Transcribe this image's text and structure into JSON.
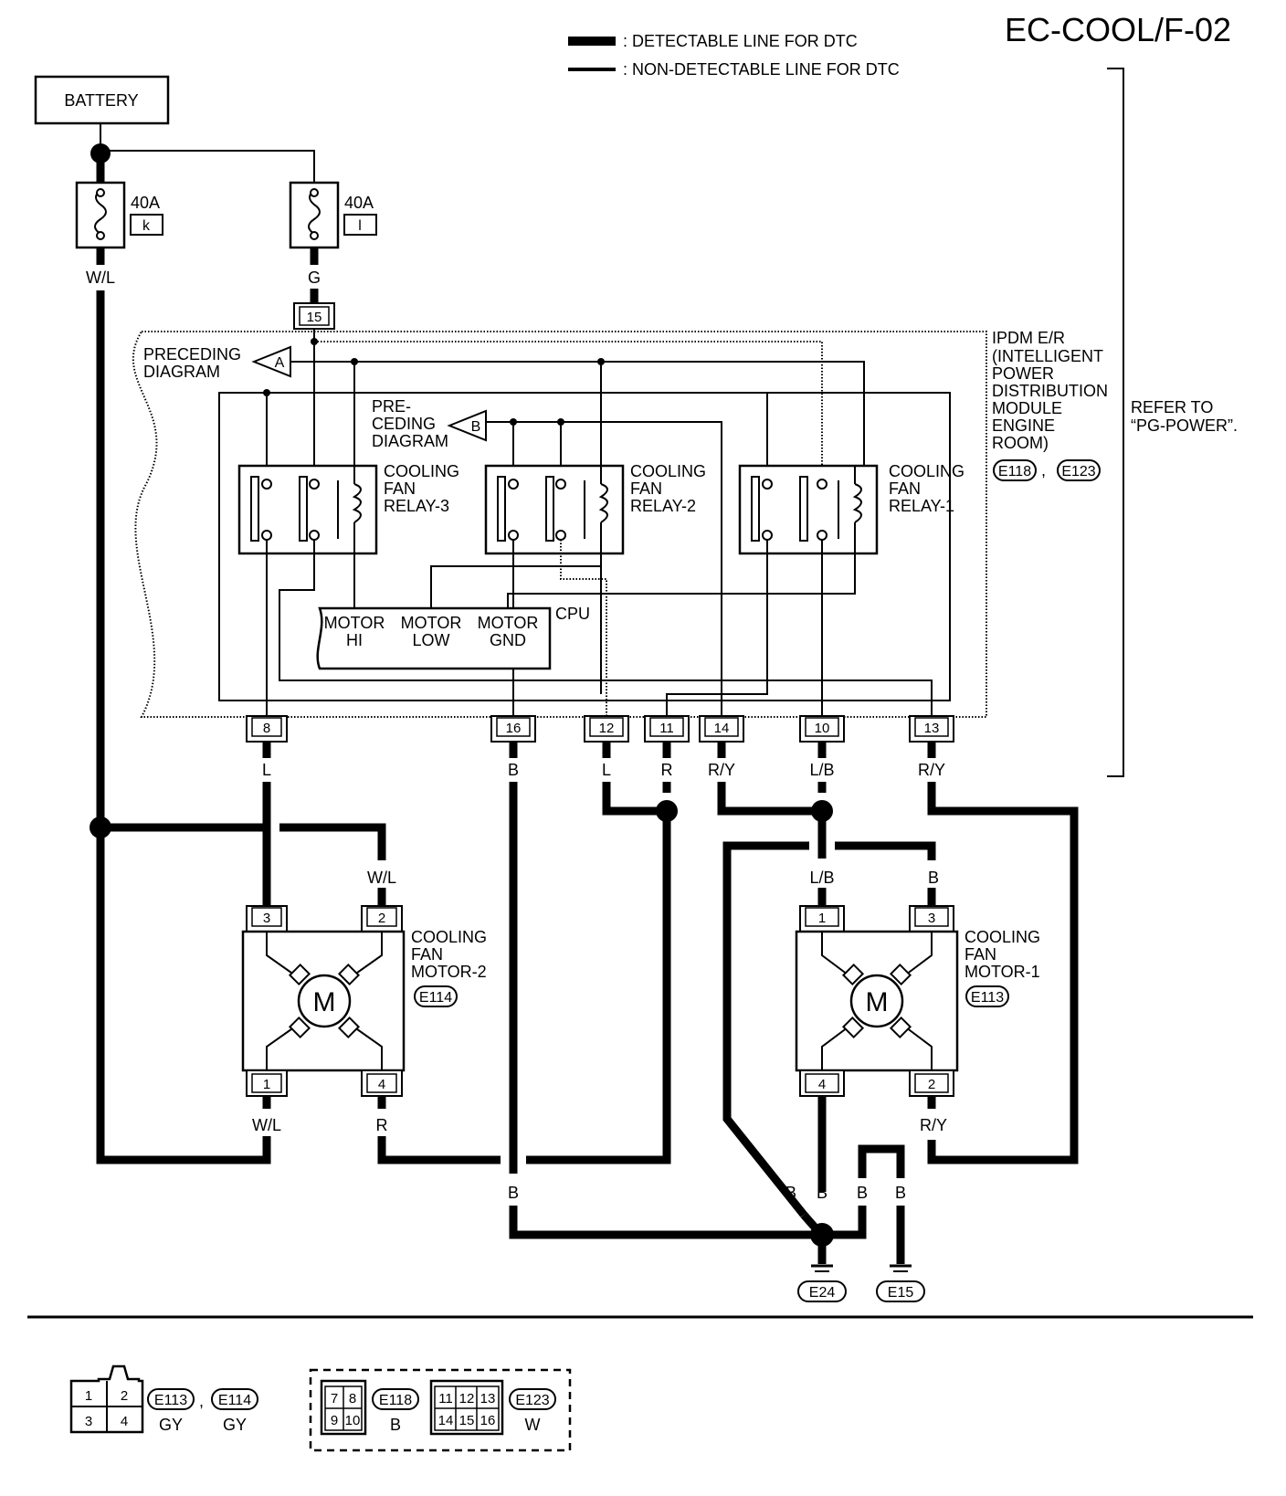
{
  "diagram_id": "EC-COOL/F-02",
  "legend": {
    "detectable": ": DETECTABLE LINE FOR DTC",
    "non_detectable": ": NON-DETECTABLE LINE FOR DTC"
  },
  "battery": "BATTERY",
  "fuses": [
    {
      "rating": "40A",
      "id": "k",
      "wire": "W/L"
    },
    {
      "rating": "40A",
      "id": "l",
      "wire": "G"
    }
  ],
  "ipdm": {
    "name": [
      "IPDM E/R",
      "(INTELLIGENT",
      "POWER",
      "DISTRIBUTION",
      "MODULE",
      "ENGINE",
      "ROOM)"
    ],
    "connectors": [
      "E118",
      "E123"
    ],
    "refer": [
      "REFER TO",
      "“PG-POWER”."
    ],
    "input_pin": "15",
    "preceding_a": [
      "PRECEDING",
      "DIAGRAM"
    ],
    "preceding_b": [
      "PRE-",
      "CEDING",
      "DIAGRAM"
    ],
    "marker_a": "A",
    "marker_b": "B",
    "cpu": "CPU",
    "motor_hi": [
      "MOTOR",
      "HI"
    ],
    "motor_low": [
      "MOTOR",
      "LOW"
    ],
    "motor_gnd": [
      "MOTOR",
      "GND"
    ]
  },
  "relays": [
    {
      "name": [
        "COOLING",
        "FAN",
        "RELAY-3"
      ]
    },
    {
      "name": [
        "COOLING",
        "FAN",
        "RELAY-2"
      ]
    },
    {
      "name": [
        "COOLING",
        "FAN",
        "RELAY-1"
      ]
    }
  ],
  "ipdm_pins": [
    {
      "pin": "8",
      "wire": "L"
    },
    {
      "pin": "16",
      "wire": "B"
    },
    {
      "pin": "12",
      "wire": "L"
    },
    {
      "pin": "11",
      "wire": "R"
    },
    {
      "pin": "14",
      "wire": "R/Y"
    },
    {
      "pin": "10",
      "wire": "L/B"
    },
    {
      "pin": "13",
      "wire": "R/Y"
    }
  ],
  "motor2": {
    "name": [
      "COOLING",
      "FAN",
      "MOTOR-2"
    ],
    "connector": "E114",
    "symbol": "M",
    "pins": [
      "3",
      "2",
      "1",
      "4"
    ],
    "wires": {
      "pin2": "W/L",
      "pin1": "W/L",
      "pin4": "R"
    }
  },
  "motor1": {
    "name": [
      "COOLING",
      "FAN",
      "MOTOR-1"
    ],
    "connector": "E113",
    "symbol": "M",
    "pins": [
      "1",
      "3",
      "4",
      "2"
    ],
    "wires": {
      "pin1": "L/B",
      "pin3": "B",
      "pin2": "R/Y"
    }
  },
  "ground_wires": [
    "B",
    "B",
    "B",
    "B",
    "B"
  ],
  "grounds": [
    "E24",
    "E15"
  ],
  "footer": {
    "conn_a": {
      "pins": [
        "1",
        "2",
        "3",
        "4"
      ],
      "ids": [
        "E113",
        "E114"
      ],
      "colors": [
        "GY",
        "GY"
      ]
    },
    "conn_b": {
      "pins": [
        "7",
        "8",
        "9",
        "10"
      ],
      "id": "E118",
      "color": "B"
    },
    "conn_c": {
      "pins": [
        "11",
        "12",
        "13",
        "14",
        "15",
        "16"
      ],
      "id": "E123",
      "color": "W"
    }
  }
}
